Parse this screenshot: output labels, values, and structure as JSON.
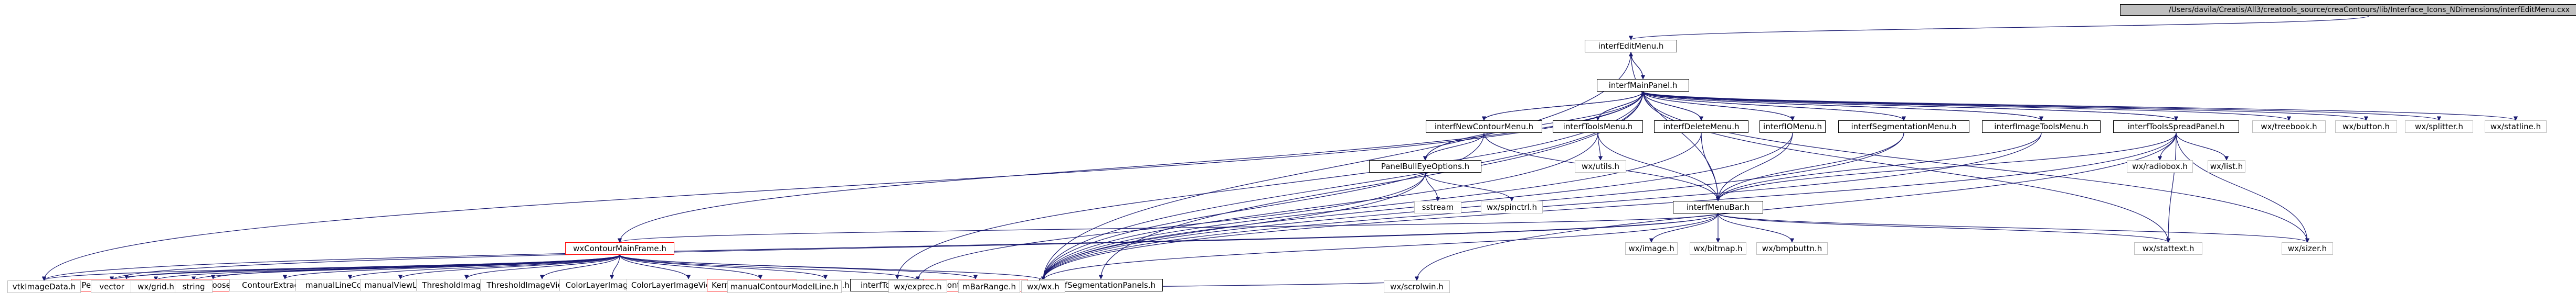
{
  "diagram": {
    "type": "include-dependency-graph",
    "nodes": [
      {
        "id": "root",
        "label": "/Users/davila/Creatis/All3/creatools_source/creaContours/lib/Interface_Icons_NDimensions/interfEditMenu.cxx",
        "style": "root"
      },
      {
        "id": "interfEditMenu_h",
        "label": "interfEditMenu.h",
        "style": "normal"
      },
      {
        "id": "interfMainPanel_h",
        "label": "interfMainPanel.h",
        "style": "normal"
      },
      {
        "id": "interfNewContourMenu_h",
        "label": "interfNewContourMenu.h",
        "style": "normal"
      },
      {
        "id": "interfToolsMenu_h",
        "label": "interfToolsMenu.h",
        "style": "normal"
      },
      {
        "id": "interfDeleteMenu_h",
        "label": "interfDeleteMenu.h",
        "style": "normal"
      },
      {
        "id": "interfIOMenu_h",
        "label": "interfIOMenu.h",
        "style": "normal"
      },
      {
        "id": "interfSegmentationMenu_h",
        "label": "interfSegmentationMenu.h",
        "style": "normal"
      },
      {
        "id": "interfImageToolsMenu_h",
        "label": "interfImageToolsMenu.h",
        "style": "normal"
      },
      {
        "id": "interfToolsSpreadPanel_h",
        "label": "interfToolsSpreadPanel.h",
        "style": "normal"
      },
      {
        "id": "wxtreebook_h",
        "label": "wx/treebook.h",
        "style": "plain"
      },
      {
        "id": "wxbutton_h",
        "label": "wx/button.h",
        "style": "plain"
      },
      {
        "id": "wxsplitter_h",
        "label": "wx/splitter.h",
        "style": "plain"
      },
      {
        "id": "wxstatline_h",
        "label": "wx/statline.h",
        "style": "plain"
      },
      {
        "id": "wxutils_h",
        "label": "wx/utils.h",
        "style": "plain"
      },
      {
        "id": "wxradiobox_h",
        "label": "wx/radiobox.h",
        "style": "plain"
      },
      {
        "id": "wxlist_h",
        "label": "wx/list.h",
        "style": "plain"
      },
      {
        "id": "PanelBullEyeOptions_h",
        "label": "PanelBullEyeOptions.h",
        "style": "normal"
      },
      {
        "id": "interfMenuBar_h",
        "label": "interfMenuBar.h",
        "style": "normal"
      },
      {
        "id": "sstream",
        "label": "sstream",
        "style": "plain"
      },
      {
        "id": "wxspinctrl_h",
        "label": "wx/spinctrl.h",
        "style": "plain"
      },
      {
        "id": "wxContourMainFrame_h",
        "label": "wxContourMainFrame.h",
        "style": "red"
      },
      {
        "id": "wximage_h",
        "label": "wx/image.h",
        "style": "plain"
      },
      {
        "id": "wxbitmap_h",
        "label": "wx/bitmap.h",
        "style": "plain"
      },
      {
        "id": "wxbmpbuttn_h",
        "label": "wx/bmpbuttn.h",
        "style": "plain"
      },
      {
        "id": "wxstattext_h",
        "label": "wx/stattext.h",
        "style": "plain"
      },
      {
        "id": "wxsizer_h",
        "label": "wx/sizer.h",
        "style": "plain"
      },
      {
        "id": "PerformingOperation_h",
        "label": "PerformingOperation.h",
        "style": "red"
      },
      {
        "id": "wxInstantChooserPanel_h",
        "label": "wxInstantChooserPanel.h",
        "style": "red"
      },
      {
        "id": "ContourExtractData_h",
        "label": "ContourExtractData.h",
        "style": "plain"
      },
      {
        "id": "manualLineControler_h",
        "label": "manualLineControler.h",
        "style": "plain"
      },
      {
        "id": "manualViewLine_h",
        "label": "manualViewLine.h",
        "style": "plain"
      },
      {
        "id": "ThresholdImageView_h",
        "label": "ThresholdImageView.h",
        "style": "plain"
      },
      {
        "id": "ThresholdImageViewPanel_h",
        "label": "ThresholdImageViewPanel.h",
        "style": "plain"
      },
      {
        "id": "ColorLayerImageView_h",
        "label": "ColorLayerImageView.h",
        "style": "plain"
      },
      {
        "id": "ColorLayerImageViewPanel_h",
        "label": "ColorLayerImageViewPanel.h",
        "style": "plain"
      },
      {
        "id": "KernelManagerContour_h",
        "label": "KernelManagerContour.h",
        "style": "red"
      },
      {
        "id": "wxaui_h",
        "label": "wx/aui/aui.h",
        "style": "plain"
      },
      {
        "id": "interfToolsPanels_h",
        "label": "interfToolsPanels.h",
        "style": "normal"
      },
      {
        "id": "wxContourViewPanel_h",
        "label": "wxContourViewPanel.h",
        "style": "red"
      },
      {
        "id": "interfSegmentationPanels_h",
        "label": "interfSegmentationPanels.h",
        "style": "normal"
      },
      {
        "id": "vtkImageData_h",
        "label": "vtkImageData.h",
        "style": "plain"
      },
      {
        "id": "vector",
        "label": "vector",
        "style": "plain"
      },
      {
        "id": "wxgrid_h",
        "label": "wx/grid.h",
        "style": "plain"
      },
      {
        "id": "string",
        "label": "string",
        "style": "plain"
      },
      {
        "id": "manualContourModelLine_h",
        "label": "manualContourModelLine.h",
        "style": "plain"
      },
      {
        "id": "wxexprec_h",
        "label": "wx/exprec.h",
        "style": "plain"
      },
      {
        "id": "mBarRange_h",
        "label": "mBarRange.h",
        "style": "plain"
      },
      {
        "id": "wxwx_h",
        "label": "wx/wx.h",
        "style": "plain"
      },
      {
        "id": "wxscrolwin_h",
        "label": "wx/scrolwin.h",
        "style": "plain"
      }
    ],
    "edges": [
      [
        "root",
        "interfEditMenu_h"
      ],
      [
        "interfEditMenu_h",
        "interfMainPanel_h"
      ],
      [
        "interfEditMenu_h",
        "interfMenuBar_h"
      ],
      [
        "interfEditMenu_h",
        "wxwx_h"
      ],
      [
        "interfMainPanel_h",
        "interfEditMenu_h"
      ],
      [
        "interfMainPanel_h",
        "interfNewContourMenu_h"
      ],
      [
        "interfMainPanel_h",
        "interfToolsMenu_h"
      ],
      [
        "interfMainPanel_h",
        "interfDeleteMenu_h"
      ],
      [
        "interfMainPanel_h",
        "interfIOMenu_h"
      ],
      [
        "interfMainPanel_h",
        "interfSegmentationMenu_h"
      ],
      [
        "interfMainPanel_h",
        "interfImageToolsMenu_h"
      ],
      [
        "interfMainPanel_h",
        "interfToolsSpreadPanel_h"
      ],
      [
        "interfMainPanel_h",
        "wxtreebook_h"
      ],
      [
        "interfMainPanel_h",
        "wxbutton_h"
      ],
      [
        "interfMainPanel_h",
        "wxsplitter_h"
      ],
      [
        "interfMainPanel_h",
        "wxstatline_h"
      ],
      [
        "interfMainPanel_h",
        "wxstattext_h"
      ],
      [
        "interfMainPanel_h",
        "wxsizer_h"
      ],
      [
        "interfMainPanel_h",
        "wxContourMainFrame_h"
      ],
      [
        "interfMainPanel_h",
        "interfToolsPanels_h"
      ],
      [
        "interfMainPanel_h",
        "interfSegmentationPanels_h"
      ],
      [
        "interfMainPanel_h",
        "vtkImageData_h"
      ],
      [
        "interfMainPanel_h",
        "wxwx_h"
      ],
      [
        "interfMainPanel_h",
        "PanelBullEyeOptions_h"
      ],
      [
        "interfNewContourMenu_h",
        "interfMenuBar_h"
      ],
      [
        "interfNewContourMenu_h",
        "PanelBullEyeOptions_h"
      ],
      [
        "interfNewContourMenu_h",
        "wxwx_h"
      ],
      [
        "interfNewContourMenu_h",
        "interfMainPanel_h"
      ],
      [
        "interfToolsMenu_h",
        "interfMenuBar_h"
      ],
      [
        "interfToolsMenu_h",
        "wxutils_h"
      ],
      [
        "interfToolsMenu_h",
        "wxwx_h"
      ],
      [
        "interfToolsMenu_h",
        "interfMainPanel_h"
      ],
      [
        "interfDeleteMenu_h",
        "interfMenuBar_h"
      ],
      [
        "interfDeleteMenu_h",
        "wxwx_h"
      ],
      [
        "interfDeleteMenu_h",
        "interfMainPanel_h"
      ],
      [
        "interfIOMenu_h",
        "interfMenuBar_h"
      ],
      [
        "interfIOMenu_h",
        "wxwx_h"
      ],
      [
        "interfIOMenu_h",
        "interfMainPanel_h"
      ],
      [
        "interfSegmentationMenu_h",
        "interfMenuBar_h"
      ],
      [
        "interfSegmentationMenu_h",
        "wxwx_h"
      ],
      [
        "interfSegmentationMenu_h",
        "interfMainPanel_h"
      ],
      [
        "interfImageToolsMenu_h",
        "interfMenuBar_h"
      ],
      [
        "interfImageToolsMenu_h",
        "wxwx_h"
      ],
      [
        "interfImageToolsMenu_h",
        "interfMainPanel_h"
      ],
      [
        "interfToolsSpreadPanel_h",
        "interfMenuBar_h"
      ],
      [
        "interfToolsSpreadPanel_h",
        "wxradiobox_h"
      ],
      [
        "interfToolsSpreadPanel_h",
        "wxlist_h"
      ],
      [
        "interfToolsSpreadPanel_h",
        "wxstattext_h"
      ],
      [
        "interfToolsSpreadPanel_h",
        "wxsizer_h"
      ],
      [
        "interfToolsSpreadPanel_h",
        "wxwx_h"
      ],
      [
        "interfToolsSpreadPanel_h",
        "wxscrolwin_h"
      ],
      [
        "interfToolsSpreadPanel_h",
        "interfMainPanel_h"
      ],
      [
        "PanelBullEyeOptions_h",
        "sstream"
      ],
      [
        "PanelBullEyeOptions_h",
        "wxspinctrl_h"
      ],
      [
        "PanelBullEyeOptions_h",
        "wxwx_h"
      ],
      [
        "PanelBullEyeOptions_h",
        "wxexprec_h"
      ],
      [
        "interfMenuBar_h",
        "wximage_h"
      ],
      [
        "interfMenuBar_h",
        "wxbitmap_h"
      ],
      [
        "interfMenuBar_h",
        "wxbmpbuttn_h"
      ],
      [
        "interfMenuBar_h",
        "wxstattext_h"
      ],
      [
        "interfMenuBar_h",
        "wxsizer_h"
      ],
      [
        "interfMenuBar_h",
        "wxwx_h"
      ],
      [
        "interfMenuBar_h",
        "wxContourMainFrame_h"
      ],
      [
        "interfMenuBar_h",
        "vector"
      ],
      [
        "interfMenuBar_h",
        "vtkImageData_h"
      ],
      [
        "wxContourMainFrame_h",
        "PerformingOperation_h"
      ],
      [
        "wxContourMainFrame_h",
        "wxInstantChooserPanel_h"
      ],
      [
        "wxContourMainFrame_h",
        "ContourExtractData_h"
      ],
      [
        "wxContourMainFrame_h",
        "manualLineControler_h"
      ],
      [
        "wxContourMainFrame_h",
        "manualViewLine_h"
      ],
      [
        "wxContourMainFrame_h",
        "ThresholdImageView_h"
      ],
      [
        "wxContourMainFrame_h",
        "ThresholdImageViewPanel_h"
      ],
      [
        "wxContourMainFrame_h",
        "ColorLayerImageView_h"
      ],
      [
        "wxContourMainFrame_h",
        "ColorLayerImageViewPanel_h"
      ],
      [
        "wxContourMainFrame_h",
        "KernelManagerContour_h"
      ],
      [
        "wxContourMainFrame_h",
        "wxaui_h"
      ],
      [
        "wxContourMainFrame_h",
        "wxContourViewPanel_h"
      ],
      [
        "wxContourMainFrame_h",
        "vtkImageData_h"
      ],
      [
        "wxContourMainFrame_h",
        "wxgrid_h"
      ],
      [
        "wxContourMainFrame_h",
        "string"
      ],
      [
        "wxContourMainFrame_h",
        "wxexprec_h"
      ],
      [
        "wxContourMainFrame_h",
        "wxwx_h"
      ],
      [
        "wxContourMainFrame_h",
        "vector"
      ],
      [
        "PerformingOperation_h",
        "vector"
      ],
      [
        "wxInstantChooserPanel_h",
        "vector"
      ],
      [
        "wxInstantChooserPanel_h",
        "wxgrid_h"
      ],
      [
        "wxInstantChooserPanel_h",
        "string"
      ],
      [
        "wxInstantChooserPanel_h",
        "wxwx_h"
      ],
      [
        "KernelManagerContour_h",
        "manualContourModelLine_h"
      ],
      [
        "KernelManagerContour_h",
        "wxwx_h"
      ],
      [
        "interfToolsPanels_h",
        "mBarRange_h"
      ],
      [
        "interfToolsPanels_h",
        "wxwx_h"
      ],
      [
        "interfToolsPanels_h",
        "wxexprec_h"
      ],
      [
        "interfToolsPanels_h",
        "vector"
      ],
      [
        "wxContourViewPanel_h",
        "wxexprec_h"
      ],
      [
        "wxContourViewPanel_h",
        "mBarRange_h"
      ],
      [
        "wxContourViewPanel_h",
        "wxwx_h"
      ],
      [
        "wxContourViewPanel_h",
        "vtkImageData_h"
      ],
      [
        "wxContourViewPanel_h",
        "wxscrolwin_h"
      ],
      [
        "interfSegmentationPanels_h",
        "wxwx_h"
      ],
      [
        "interfSegmentationPanels_h",
        "mBarRange_h"
      ]
    ]
  }
}
